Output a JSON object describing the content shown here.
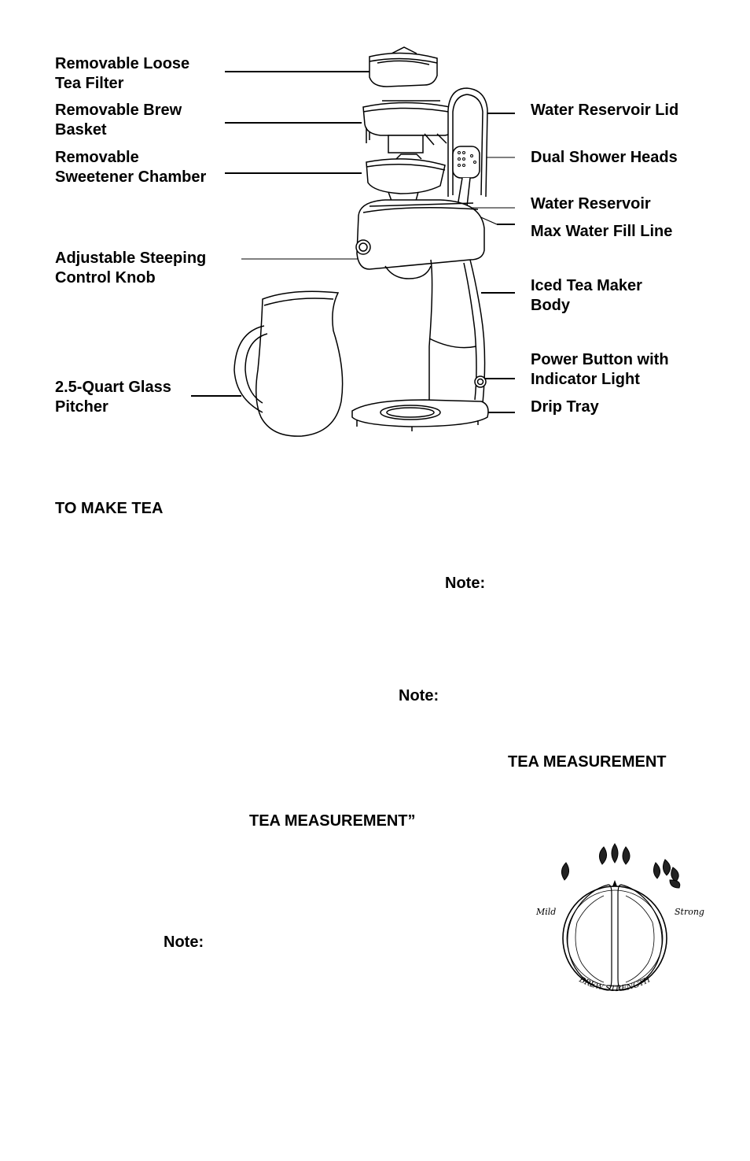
{
  "labels": {
    "loose_tea_filter": [
      "Removable Loose",
      "Tea Filter"
    ],
    "brew_basket": [
      "Removable Brew",
      "Basket"
    ],
    "sweetener_chamber": [
      "Removable",
      "Sweetener Chamber"
    ],
    "steeping_knob": [
      "Adjustable Steeping",
      "Control Knob"
    ],
    "glass_pitcher": [
      "2.5-Quart Glass",
      "Pitcher"
    ],
    "reservoir_lid": "Water Reservoir Lid",
    "shower_heads": "Dual Shower Heads",
    "water_reservoir": "Water Reservoir",
    "max_fill_line": "Max Water Fill Line",
    "maker_body": [
      "Iced Tea Maker",
      "Body"
    ],
    "power_button": [
      "Power Button with",
      "Indicator Light"
    ],
    "drip_tray": "Drip Tray"
  },
  "instructions": {
    "title": "TO MAKE TEA",
    "note_1": "Note:",
    "note_2": "Note:",
    "tea_measurement_1": "TEA MEASUREMENT",
    "tea_measurement_2": "TEA MEASUREMENT”",
    "note_3": "Note:"
  },
  "dial": {
    "mild": "Mild",
    "strong": "Strong",
    "caption": "BREW STRENGTH"
  }
}
